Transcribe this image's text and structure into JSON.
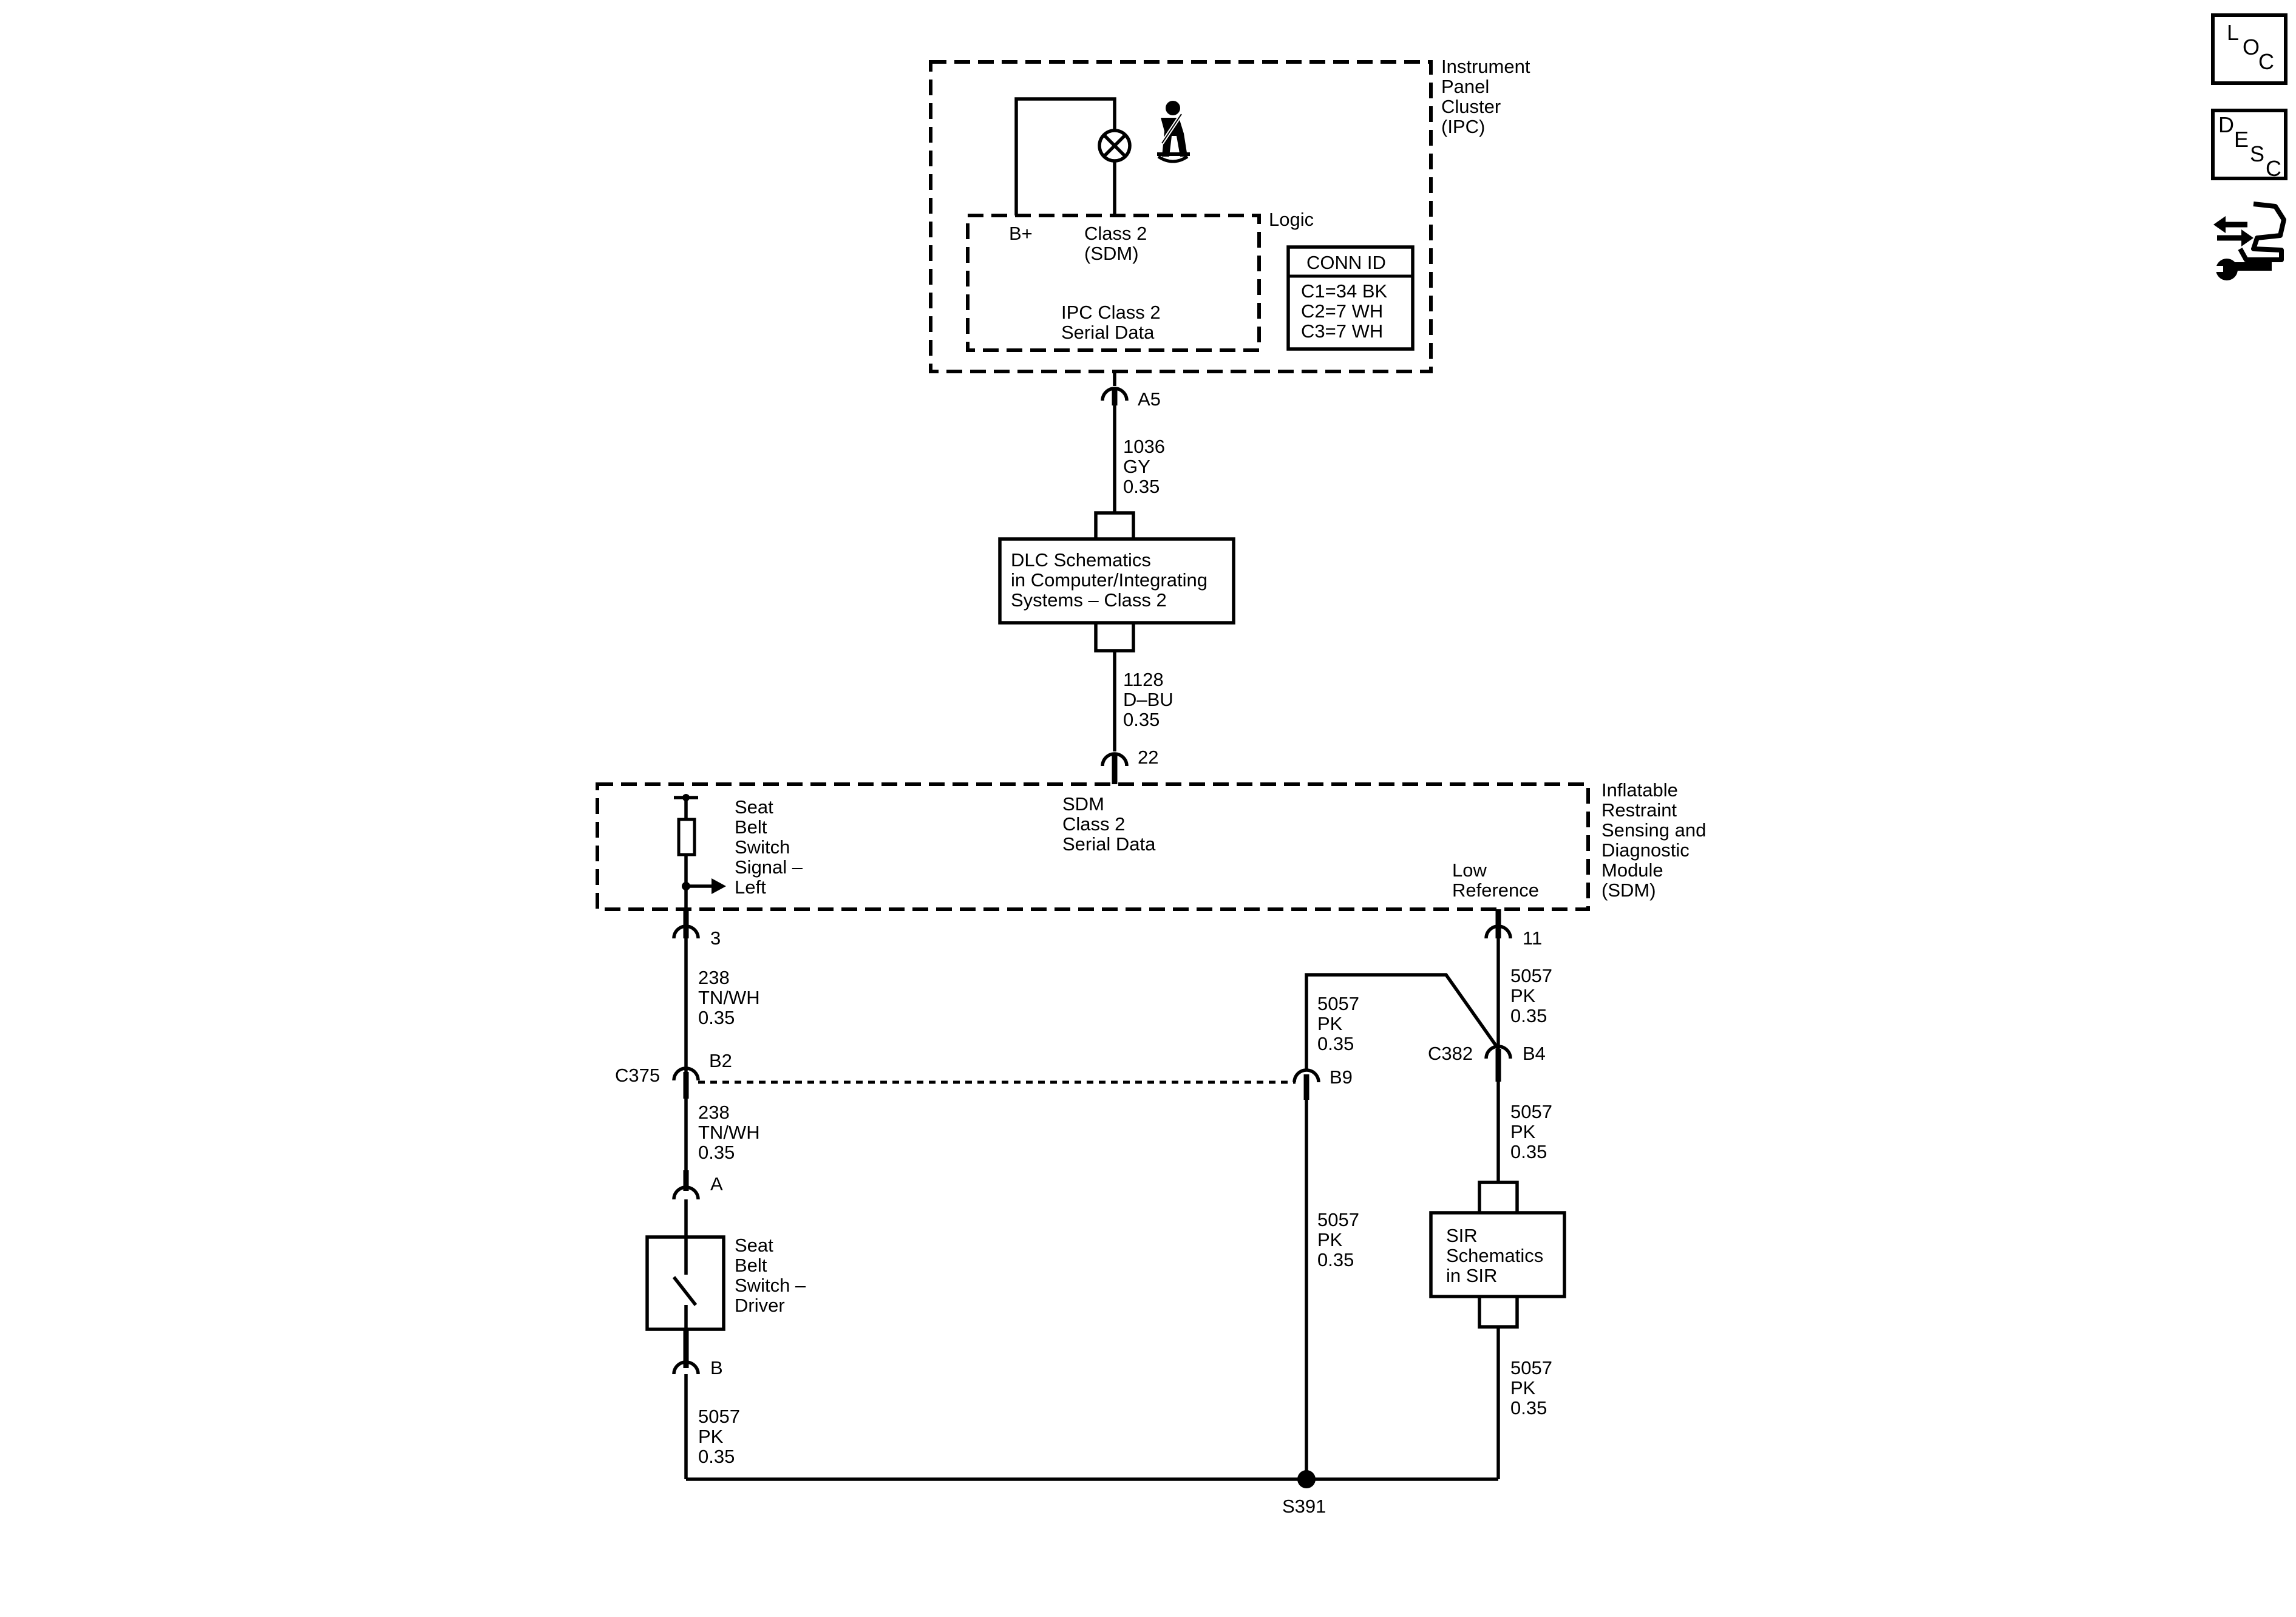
{
  "modules": {
    "ipc": {
      "title_lines": [
        "Instrument",
        "Panel",
        "Cluster",
        "(IPC)"
      ],
      "logic_label": "Logic"
    },
    "ipc_logic": {
      "bplus": "B+",
      "class2_lines": [
        "Class 2",
        "(SDM)"
      ],
      "serial_lines": [
        "IPC Class 2",
        "Serial Data"
      ]
    },
    "conn_id": {
      "header": "CONN ID",
      "lines": [
        "C1=34 BK",
        "C2=7 WH",
        "C3=7 WH"
      ]
    },
    "dlc": {
      "lines": [
        "DLC Schematics",
        "in Computer/Integrating",
        "Systems – Class 2"
      ]
    },
    "sdm": {
      "title_lines": [
        "Inflatable",
        "Restraint",
        "Sensing and",
        "Diagnostic",
        "Module",
        "(SDM)"
      ],
      "serial_lines": [
        "SDM",
        "Class 2",
        "Serial Data"
      ],
      "seat_signal_lines": [
        "Seat",
        "Belt",
        "Switch",
        "Signal –",
        "Left"
      ],
      "low_ref_lines": [
        "Low",
        "Reference"
      ]
    },
    "seat_switch": {
      "lines": [
        "Seat",
        "Belt",
        "Switch –",
        "Driver"
      ]
    },
    "sir": {
      "lines": [
        "SIR",
        "Schematics",
        "in SIR"
      ]
    }
  },
  "pins": {
    "ipc_a5": "A5",
    "sdm_22": "22",
    "sdm_3": "3",
    "sdm_11": "11",
    "c375_b2": "B2",
    "c382_b9": "B9",
    "c382_b4": "B4",
    "switch_a": "A",
    "switch_b": "B"
  },
  "connectors": {
    "c375": "C375",
    "c382": "C382"
  },
  "splices": {
    "s391": "S391"
  },
  "wires": {
    "w1036": [
      "1036",
      "GY",
      "0.35"
    ],
    "w1128": [
      "1128",
      "D–BU",
      "0.35"
    ],
    "w238a": [
      "238",
      "TN/WH",
      "0.35"
    ],
    "w238b": [
      "238",
      "TN/WH",
      "0.35"
    ],
    "w5057_sw": [
      "5057",
      "PK",
      "0.35"
    ],
    "w5057_b9_up": [
      "5057",
      "PK",
      "0.35"
    ],
    "w5057_b9_down": [
      "5057",
      "PK",
      "0.35"
    ],
    "w5057_11": [
      "5057",
      "PK",
      "0.35"
    ],
    "w5057_b4": [
      "5057",
      "PK",
      "0.35"
    ],
    "w5057_sir": [
      "5057",
      "PK",
      "0.35"
    ]
  },
  "nav": {
    "loc": [
      "L",
      "O",
      "C"
    ],
    "desc": [
      "D",
      "E",
      "S",
      "C"
    ]
  },
  "icons": {
    "seatbelt_indicator": "seatbelt-warning-icon",
    "lamp": "lamp-icon",
    "nav_loc": "location-button",
    "nav_desc": "description-button",
    "nav_connector": "connector-view-icon"
  }
}
